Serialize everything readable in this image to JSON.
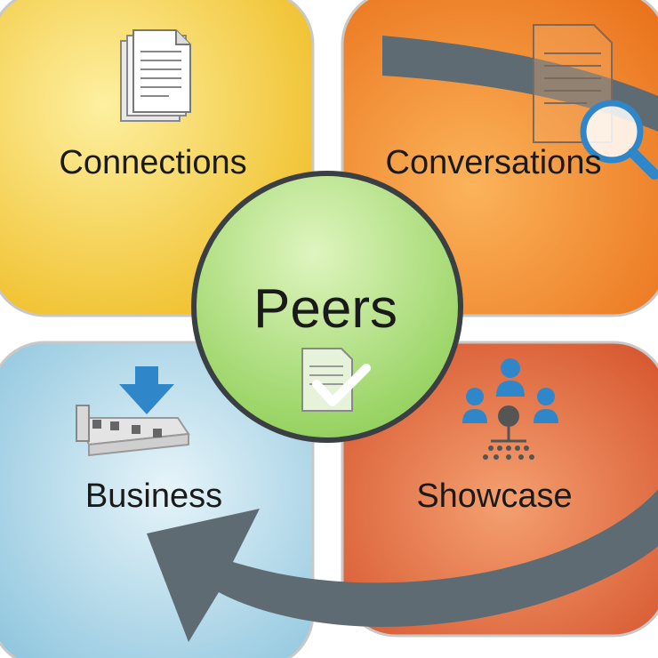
{
  "diagram": {
    "center": {
      "label": "Peers"
    },
    "tiles": [
      {
        "id": "connections",
        "label": "Connections",
        "color_light": "#fbe88a",
        "color_dark": "#f0bf2a"
      },
      {
        "id": "conversations",
        "label": "Conversations",
        "color_light": "#fbb35a",
        "color_dark": "#ec7a1c"
      },
      {
        "id": "business",
        "label": "Business",
        "color_light": "#d8eef6",
        "color_dark": "#8ec5de"
      },
      {
        "id": "showcase",
        "label": "Showcase",
        "color_light": "#f4a070",
        "color_dark": "#d9552a"
      }
    ],
    "colors": {
      "arrow": "#5f6b73",
      "center_fill": "#9fd86a",
      "center_stroke": "#3a3f44",
      "icon_blue": "#2f86c9"
    }
  }
}
